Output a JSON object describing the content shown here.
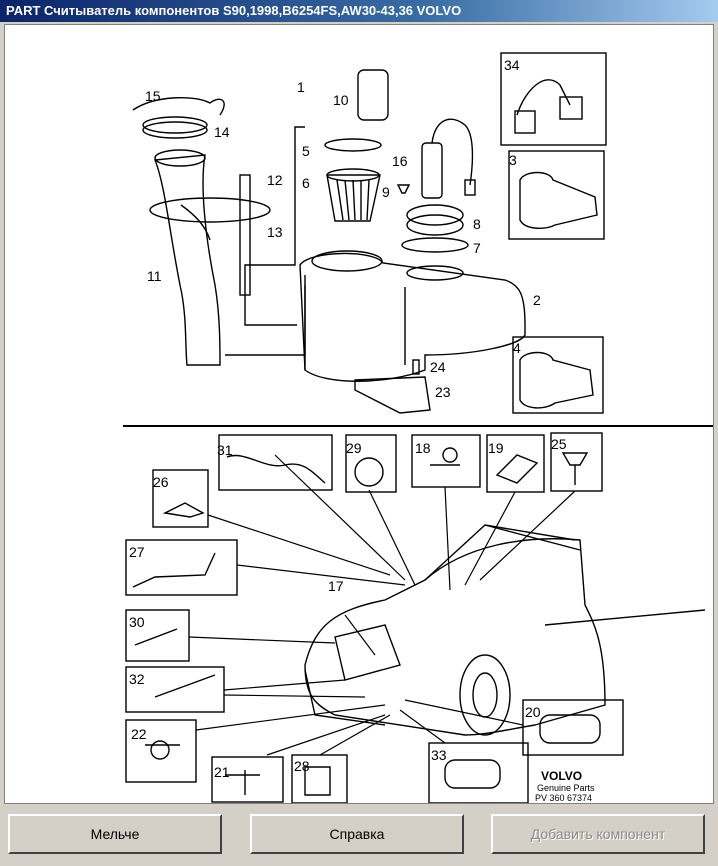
{
  "window": {
    "title": "PART Считыватель компонентов S90,1998,B6254FS,AW30-43,36 VOLVO"
  },
  "drawing": {
    "callouts": [
      "1",
      "2",
      "3",
      "4",
      "5",
      "6",
      "7",
      "8",
      "9",
      "10",
      "11",
      "12",
      "13",
      "14",
      "15",
      "16",
      "17",
      "18",
      "19",
      "20",
      "21",
      "22",
      "23",
      "24",
      "25",
      "26",
      "27",
      "28",
      "29",
      "30",
      "31",
      "32",
      "33",
      "34"
    ],
    "brand_text": "VOLVO",
    "genuine_text": "Genuine Parts",
    "part_code": "PV 360 67374"
  },
  "buttons": {
    "smaller": "Мельче",
    "help": "Справка",
    "add_component": "Добавить компонент"
  }
}
